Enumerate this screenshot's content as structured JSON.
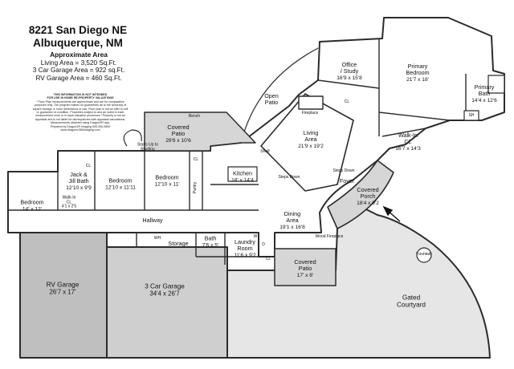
{
  "header": {
    "address_line1": "8221 San Diego NE",
    "address_line2": "Albuquerque, NM"
  },
  "areas": {
    "heading": "Approximate Area",
    "living": "Living Area = 3,520 Sq.Ft.",
    "garage3": "3 Car Garage Area = 922 sq.Ft.",
    "rv": "RV Garage Area = 460 Sq.Ft."
  },
  "disclaimer": {
    "line1": "THIS INFORMATION IS NOT INTENDED",
    "line2": "FOR USE IN HOME RE-PROPERTY VALUATIONS",
    "body": "* Floor Plan measurements are approximate and are for comparative purposes only. The program makes no guarantees as to the accuracy of square footage or room dimensions or use. Floor plan is not an offer to sell or guarantee of condition. Properties subject to and as noted in each measurement zone or in bank valuation processes / Property is not an appraisal and is not liable for discrepancies with appraisal calculations. Measurements obtained using DragonXR app.",
    "credit": "Prepared by DragonXR Imaging 505-250-0890",
    "site": "www.dragonxr360imaging.com"
  },
  "rooms": {
    "office": {
      "name": "Office\n/ Study",
      "dims": "16'9 x 15'8"
    },
    "primary_bedroom": {
      "name": "Primary\nBedroom",
      "dims": "21'7 x 18'"
    },
    "primary_bath": {
      "name": "Primary\nBath",
      "dims": "14'4 x 12'6"
    },
    "open_patio": {
      "name": "Open\nPatio"
    },
    "covered_patio_top": {
      "name": "Covered\nPatio",
      "dims": "29'6 x 10'6"
    },
    "living": {
      "name": "Living\nArea",
      "dims": "21'9 x 19'2"
    },
    "walkin_primary": {
      "name": "Walk-In\nCL",
      "dims": "16'7 x 14'3"
    },
    "kitchen": {
      "name": "Kitchen",
      "dims": "18' x 14'4"
    },
    "jack_jill": {
      "name": "Jack &\nJill Bath",
      "dims": "12'10 x 9'9"
    },
    "bedroom2": {
      "name": "Bedroom",
      "dims": "12'10 x 11'11"
    },
    "bedroom3": {
      "name": "Bedroom",
      "dims": "12'10 x 11'"
    },
    "bedroom4": {
      "name": "Bedroom",
      "dims": "14' x 12'"
    },
    "walkin_small": {
      "name": "Walk-In\nCL",
      "dims": "4'1 x 2'5"
    },
    "foyer": {
      "name": "Foyer"
    },
    "covered_porch": {
      "name": "Covered\nPorch",
      "dims": "18'4 x 9'2"
    },
    "hallway": {
      "name": "Hallway"
    },
    "dining": {
      "name": "Dining\nArea",
      "dims": "19'1 x 16'8"
    },
    "bath": {
      "name": "Bath",
      "dims": "7'6 x 5'"
    },
    "laundry": {
      "name": "Laundry\nRoom",
      "dims": "11'6 x 9'2"
    },
    "storage": {
      "name": "Storage"
    },
    "covered_patio_bottom": {
      "name": "Covered\nPatio",
      "dims": "17' x 8'"
    },
    "rv_garage": {
      "name": "RV Garage",
      "dims": "26'7 x 17'"
    },
    "garage3": {
      "name": "3 Car Garage",
      "dims": "34'4 x 26'7"
    },
    "courtyard": {
      "name": "Gated\nCourtyard"
    }
  },
  "small_labels": {
    "cl": "CL",
    "pantry": "Pantry",
    "sh": "SH",
    "d": "D",
    "w": "W",
    "wh": "WH",
    "fountain": "Fountain",
    "fireplace": "Fireplace",
    "wood_fireplace": "Wood Fireplace",
    "stairs": "Stairs Up to Rooftop",
    "steps_down": "Steps Down",
    "shelf": "Shelf",
    "bench": "Bench"
  },
  "colors": {
    "wall": "#2b2b2b",
    "floor": "#ffffff",
    "patio": "#d6d6d6",
    "garage": "#cfcfcf",
    "rv": "#bfbfbf"
  }
}
